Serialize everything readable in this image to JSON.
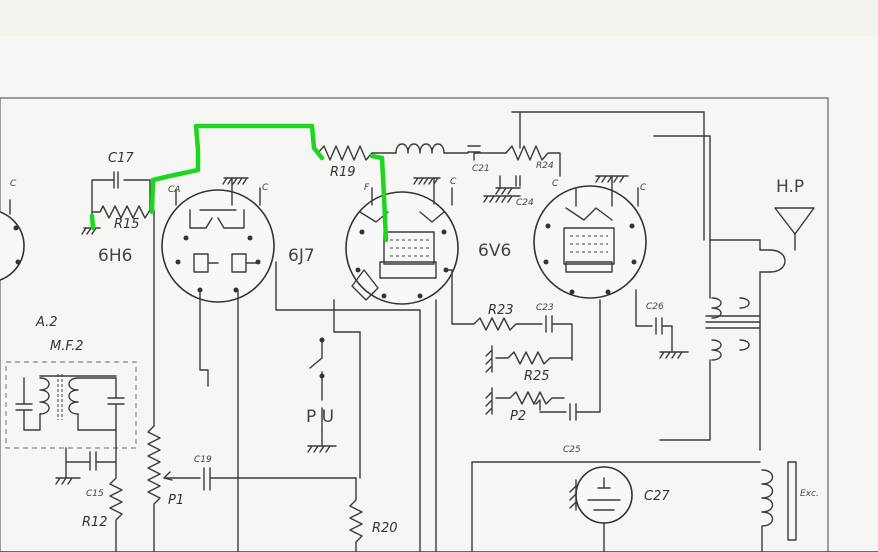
{
  "labels": {
    "c17": "C17",
    "r15": "R15",
    "tube_6h6": "6H6",
    "ca": "CA",
    "c_left": "C",
    "c_6h6": "C",
    "tube_6j7": "6J7",
    "r19": "R19",
    "c21": "C21",
    "r24": "R24",
    "c24": "C24",
    "f_6j7": "F",
    "c_6j7": "C",
    "tube_6v6": "6V6",
    "c_6v6a": "C",
    "c_6v6b": "C",
    "hp": "H.P",
    "scribble": "A.2",
    "mf2": "M.F.2",
    "r23": "R23",
    "c23": "C23",
    "c26": "C26",
    "r25": "R25",
    "p2": "P2",
    "c25": "C25",
    "pu": "P  U",
    "c19": "C19",
    "p1": "P1",
    "c15": "C15",
    "r12": "R12",
    "r20": "R20",
    "c27": "C27",
    "exc": "Exc."
  },
  "colors": {
    "ink": "#3a3a3a",
    "paper": "#f6f6f4",
    "background": "#f3f3ee",
    "highlight": "#1fd61f"
  },
  "icons": [
    "tube-symbol",
    "resistor-symbol",
    "capacitor-symbol",
    "inductor-symbol",
    "ground-symbol",
    "transformer-symbol",
    "speaker-symbol"
  ]
}
